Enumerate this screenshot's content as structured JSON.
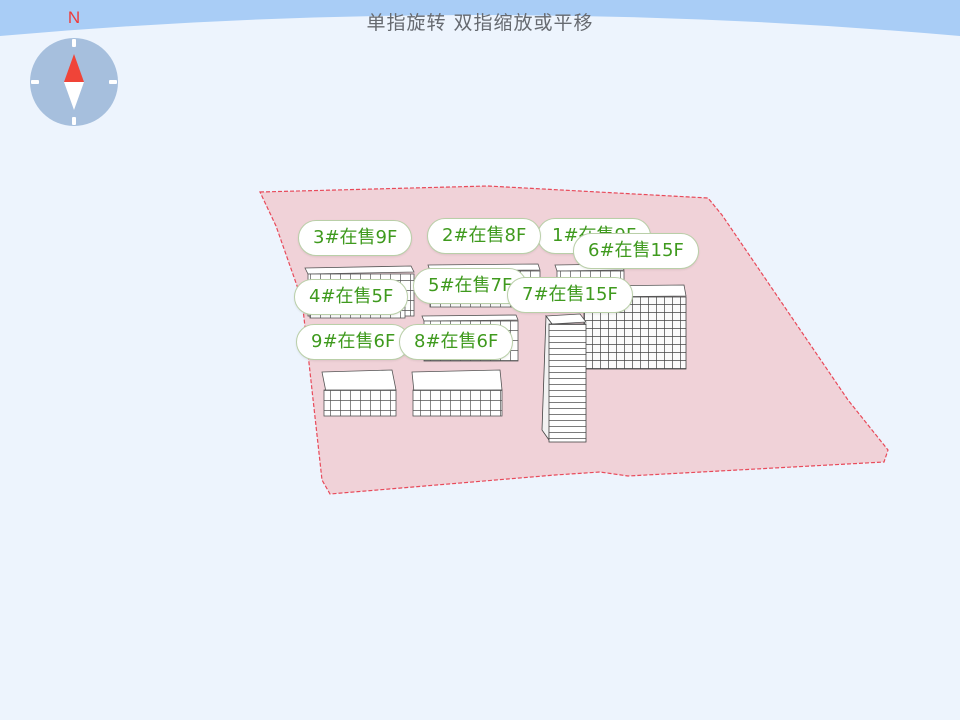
{
  "hint": "单指旋转 双指缩放或平移",
  "compass": {
    "north_label": "N",
    "icon": "compass-icon"
  },
  "site": {
    "fill_color": "#f0d2d8",
    "boundary_color": "#e84a5a"
  },
  "buildings": [
    {
      "id": "b1",
      "label": "1#在售9F"
    },
    {
      "id": "b2",
      "label": "2#在售8F"
    },
    {
      "id": "b3",
      "label": "3#在售9F"
    },
    {
      "id": "b4",
      "label": "4#在售5F"
    },
    {
      "id": "b5",
      "label": "5#在售7F"
    },
    {
      "id": "b6",
      "label": "6#在售15F"
    },
    {
      "id": "b7",
      "label": "7#在售15F"
    },
    {
      "id": "b8",
      "label": "8#在售6F"
    },
    {
      "id": "b9",
      "label": "9#在售6F"
    }
  ],
  "colors": {
    "label_text": "#3f9a1e",
    "sky": "#a9cdf6",
    "background": "#edf4fd"
  }
}
